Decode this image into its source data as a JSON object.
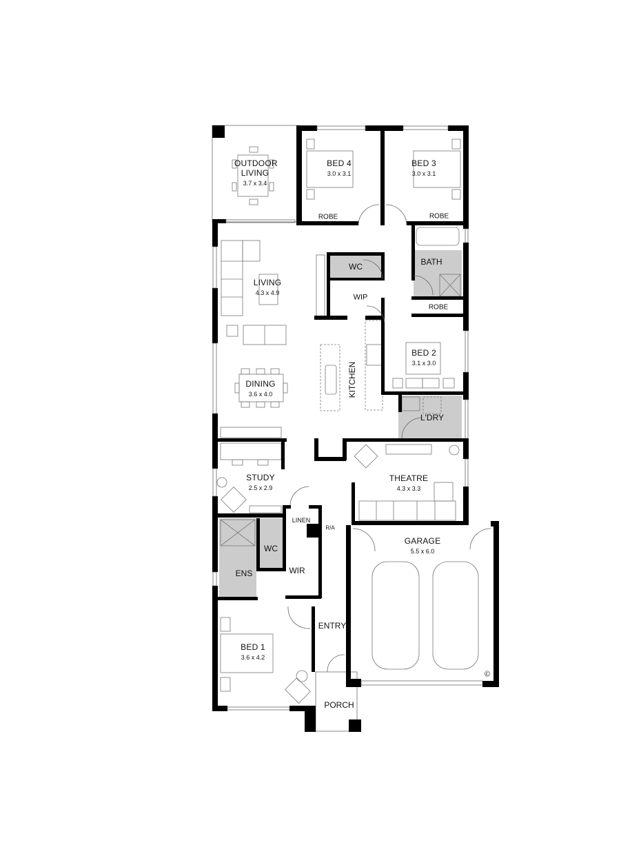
{
  "plan": {
    "type": "residential single-storey floor plan",
    "colors": {
      "wall": "#000000",
      "wet_area": "#cccccc",
      "fixture_line": "#888888",
      "background": "#ffffff"
    },
    "rooms": [
      {
        "id": "outdoor",
        "name": "OUTDOOR LIVING",
        "dims": "3.7 x 3.4"
      },
      {
        "id": "bed4",
        "name": "BED 4",
        "dims": "3.0 x 3.1"
      },
      {
        "id": "bed3",
        "name": "BED 3",
        "dims": "3.0 x 3.1"
      },
      {
        "id": "robe4",
        "name": "ROBE"
      },
      {
        "id": "robe3",
        "name": "ROBE"
      },
      {
        "id": "living",
        "name": "LIVING",
        "dims": "4.3 x 4.9"
      },
      {
        "id": "wc1",
        "name": "WC"
      },
      {
        "id": "bath",
        "name": "BATH"
      },
      {
        "id": "wip",
        "name": "WIP"
      },
      {
        "id": "robe2",
        "name": "ROBE"
      },
      {
        "id": "bed2",
        "name": "BED 2",
        "dims": "3.1 x 3.0"
      },
      {
        "id": "kitchen",
        "name": "KITCHEN"
      },
      {
        "id": "dining",
        "name": "DINING",
        "dims": "3.6 x 4.0"
      },
      {
        "id": "ldry",
        "name": "L'DRY"
      },
      {
        "id": "study",
        "name": "STUDY",
        "dims": "2.5 x 2.9"
      },
      {
        "id": "theatre",
        "name": "THEATRE",
        "dims": "4.3 x 3.3"
      },
      {
        "id": "linen",
        "name": "LINEN"
      },
      {
        "id": "ra",
        "name": "R/A"
      },
      {
        "id": "garage",
        "name": "GARAGE",
        "dims": "5.5 x 6.0"
      },
      {
        "id": "wc2",
        "name": "WC"
      },
      {
        "id": "ens",
        "name": "ENS"
      },
      {
        "id": "wir",
        "name": "WIR"
      },
      {
        "id": "entry",
        "name": "ENTRY"
      },
      {
        "id": "bed1",
        "name": "BED 1",
        "dims": "3.6 x 4.2"
      },
      {
        "id": "porch",
        "name": "PORCH"
      }
    ],
    "copyright_symbol": "©"
  }
}
